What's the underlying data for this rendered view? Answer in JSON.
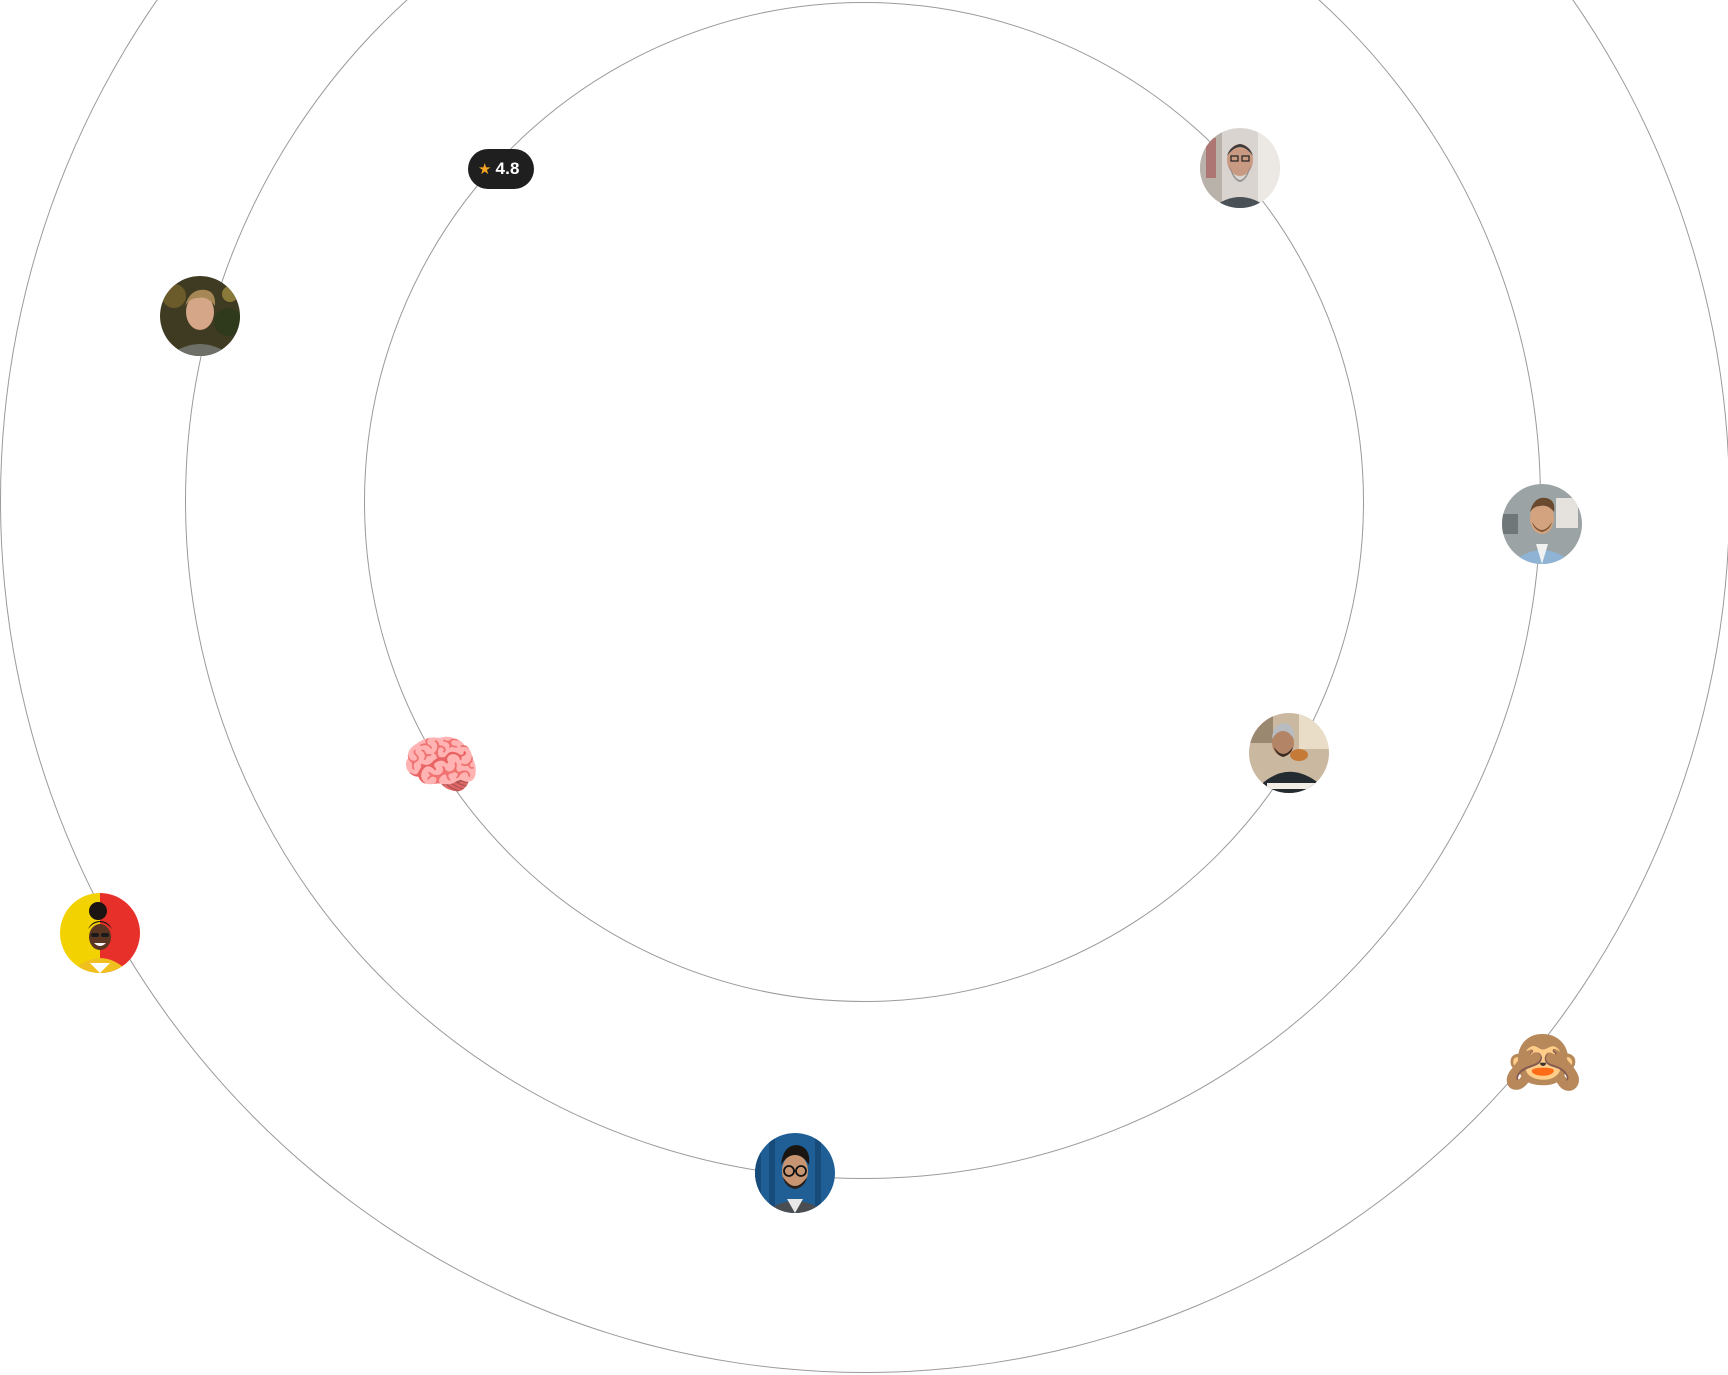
{
  "rating": {
    "icon": "star-icon",
    "icon_color": "#f5a623",
    "value": "4.8"
  },
  "emojis": {
    "brain": "🧠",
    "see_no_evil_monkey": "🙈"
  },
  "colors": {
    "orbit_line": "#9a9a9a",
    "badge_background": "#1f1f1f",
    "avatar_yellow_background": "#f2d200",
    "avatar_red_background": "#e8302a"
  },
  "avatars": [
    {
      "name": "avatar-man-gray-beard"
    },
    {
      "name": "avatar-man-blond"
    },
    {
      "name": "avatar-man-denim-shirt"
    },
    {
      "name": "avatar-man-eating-burger"
    },
    {
      "name": "avatar-woman-yellow-red"
    },
    {
      "name": "avatar-man-glasses-blue"
    }
  ]
}
